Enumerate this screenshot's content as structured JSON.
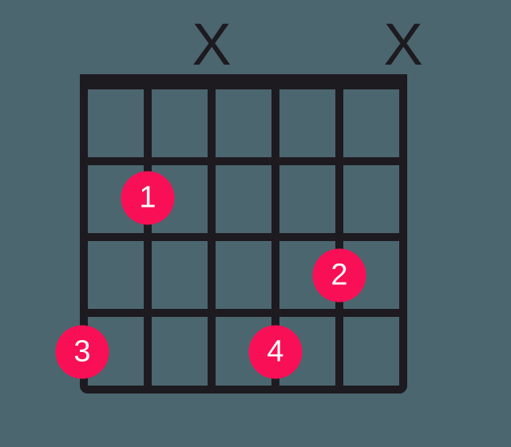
{
  "diagram": {
    "type": "guitar-chord",
    "strings_count": 6,
    "frets_shown": 4,
    "muted": [
      {
        "string": 3,
        "symbol": "X"
      },
      {
        "string": 6,
        "symbol": "X"
      }
    ],
    "fingers": [
      {
        "label": "1",
        "string": 2,
        "fret": 2
      },
      {
        "label": "2",
        "string": 5,
        "fret": 3
      },
      {
        "label": "3",
        "string": 1,
        "fret": 4
      },
      {
        "label": "4",
        "string": 4,
        "fret": 4
      }
    ],
    "colors": {
      "background": "#4C6670",
      "grid": "#1D1B20",
      "finger_dot": "#F90F55",
      "finger_dot_text": "#FFFFFF"
    }
  }
}
